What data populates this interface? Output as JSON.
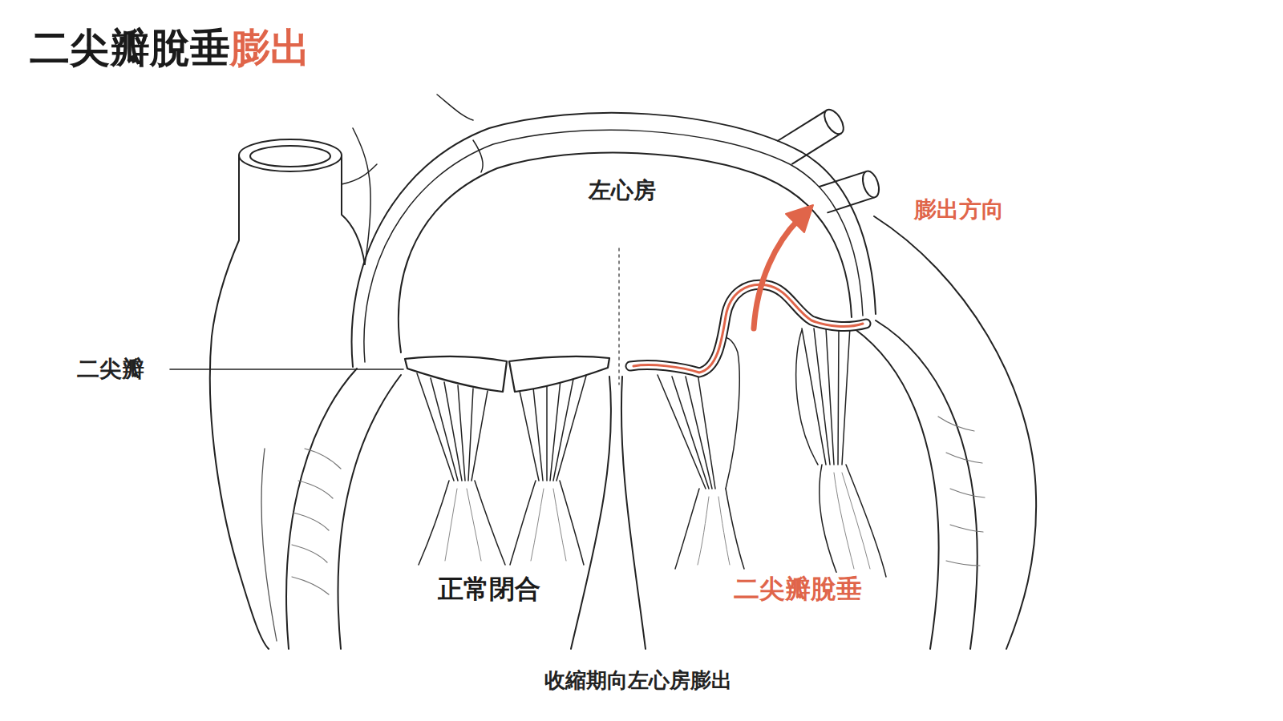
{
  "diagram": {
    "title": "二尖瓣脫垂膨出",
    "caption": "收縮期向左心房膨出",
    "labels": [
      "左心房",
      "膨出方向",
      "二尖瓣",
      "正常閉合",
      "二尖瓣脫垂"
    ]
  }
}
